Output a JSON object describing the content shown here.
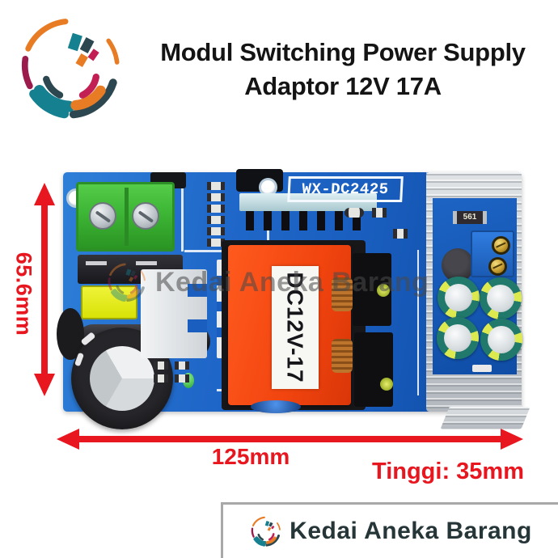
{
  "header": {
    "title_line1": "Modul Switching Power Supply",
    "title_line2": "Adaptor 12V 17A"
  },
  "board": {
    "model_label": "WX-DC2425",
    "transformer_label": "DC12V-17",
    "resistor_label": "561"
  },
  "dimensions": {
    "height": "65.6mm",
    "width": "125mm",
    "depth": "Tinggi: 35mm"
  },
  "watermark": {
    "text": "Kedai Aneka Barang"
  },
  "footer": {
    "brand_name": "Kedai Aneka Barang"
  },
  "icons": {
    "brand_logo": "multicolor-sphere-globe"
  },
  "colors": {
    "accent_red": "#e8161e",
    "title_color": "#141414",
    "pcb_blue": "#1a5fc0",
    "transformer_orange": "#f1440f",
    "terminal_green": "#3db535",
    "heatsink_silver": "#c3c9ce",
    "brand_text": "#263638",
    "watermark_gray": "#4a4a4a"
  }
}
